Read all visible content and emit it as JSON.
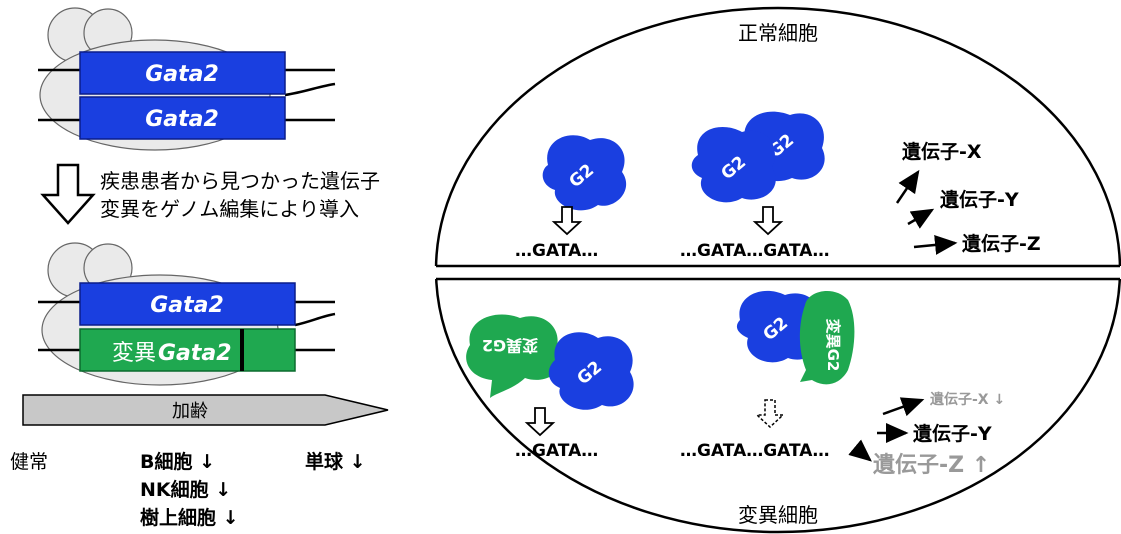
{
  "left_panel": {
    "gene_top_1": "Gata2",
    "gene_top_2": "Gata2",
    "step_line1": "疾患患者から見つかった遺伝子",
    "step_line2": "変異をゲノム編集により導入",
    "gene_bottom_1": "Gata2",
    "mutant_prefix": "変異",
    "mutant_gene": "Gata2",
    "aging_label": "加齢",
    "healthy_label": "健常",
    "b_cell": "B細胞 ↓",
    "nk_cell": "NK細胞 ↓",
    "dendritic_cell": "樹上細胞 ↓",
    "monocyte": "単球 ↓"
  },
  "right_panel": {
    "normal_cell_title": "正常細胞",
    "mutant_cell_title": "変異細胞",
    "protein_label": "G2",
    "mutant_protein_label": "変異G2",
    "normal_site_1": "…GATA…",
    "normal_site_2": "…GATA…GATA…",
    "normal_gene_x": "遺伝子-X",
    "normal_gene_y": "遺伝子-Y",
    "normal_gene_z": "遺伝子-Z",
    "mutant_site_1": "…GATA…",
    "mutant_site_2": "…GATA…GATA…",
    "mutant_gene_x": "遺伝子-X ↓",
    "mutant_gene_y": "遺伝子-Y",
    "mutant_gene_z": "遺伝子-Z ↑"
  },
  "colors": {
    "gene_blue": "#1a3fe0",
    "mutant_green": "#1fa850",
    "aging_gray": "#c8c8c8",
    "faded_gray": "#999999"
  }
}
